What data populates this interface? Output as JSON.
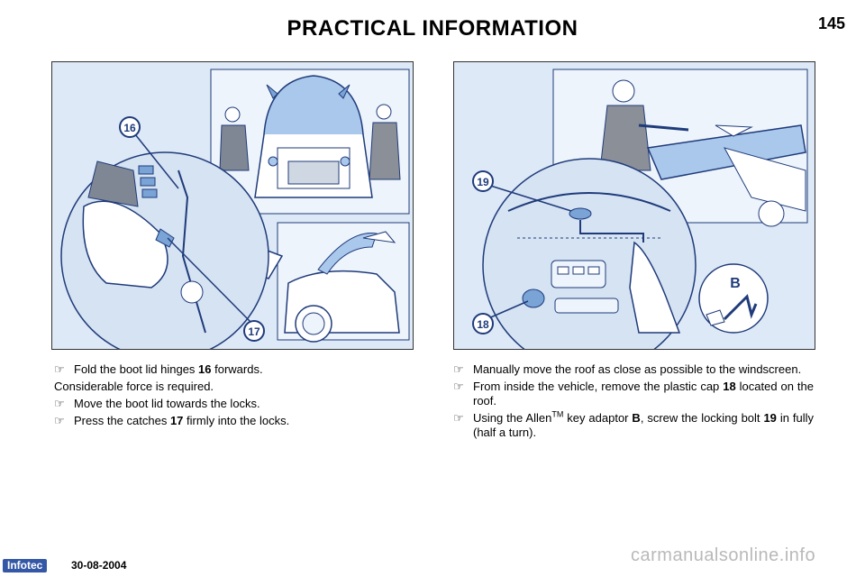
{
  "header": {
    "title": "PRACTICAL INFORMATION",
    "page_number": "145"
  },
  "left_figure": {
    "callouts": [
      "16",
      "17"
    ],
    "line_color": "#1f3b7a",
    "fill_color": "#dde9f6"
  },
  "right_figure": {
    "callouts": [
      "19",
      "18",
      "B"
    ]
  },
  "left_text": {
    "p1_pre": "Fold the boot lid hinges ",
    "p1_bold": "16",
    "p1_post": " forwards.",
    "p2": "Considerable force is required.",
    "p3": "Move the boot lid towards the locks.",
    "p4_pre": "Press the catches ",
    "p4_bold": "17",
    "p4_post": " firmly into the locks."
  },
  "right_text": {
    "p1": "Manually move the roof as close as possible to the windscreen.",
    "p2_pre": "From inside the vehicle, remove the plastic cap ",
    "p2_bold": "18",
    "p2_post": " lo­cated on the roof.",
    "p3_pre": "Using the Allen",
    "p3_sup": "TM",
    "p3_mid": " key adaptor ",
    "p3_bold1": "B",
    "p3_mid2": ", screw the locking bolt ",
    "p3_bold2": "19",
    "p3_post": " in fully (half a turn)."
  },
  "bullet_glyph": "☞",
  "footer": {
    "badge": "Infotec",
    "date": "30-08-2004",
    "watermark": "carmanualsonline.info"
  }
}
